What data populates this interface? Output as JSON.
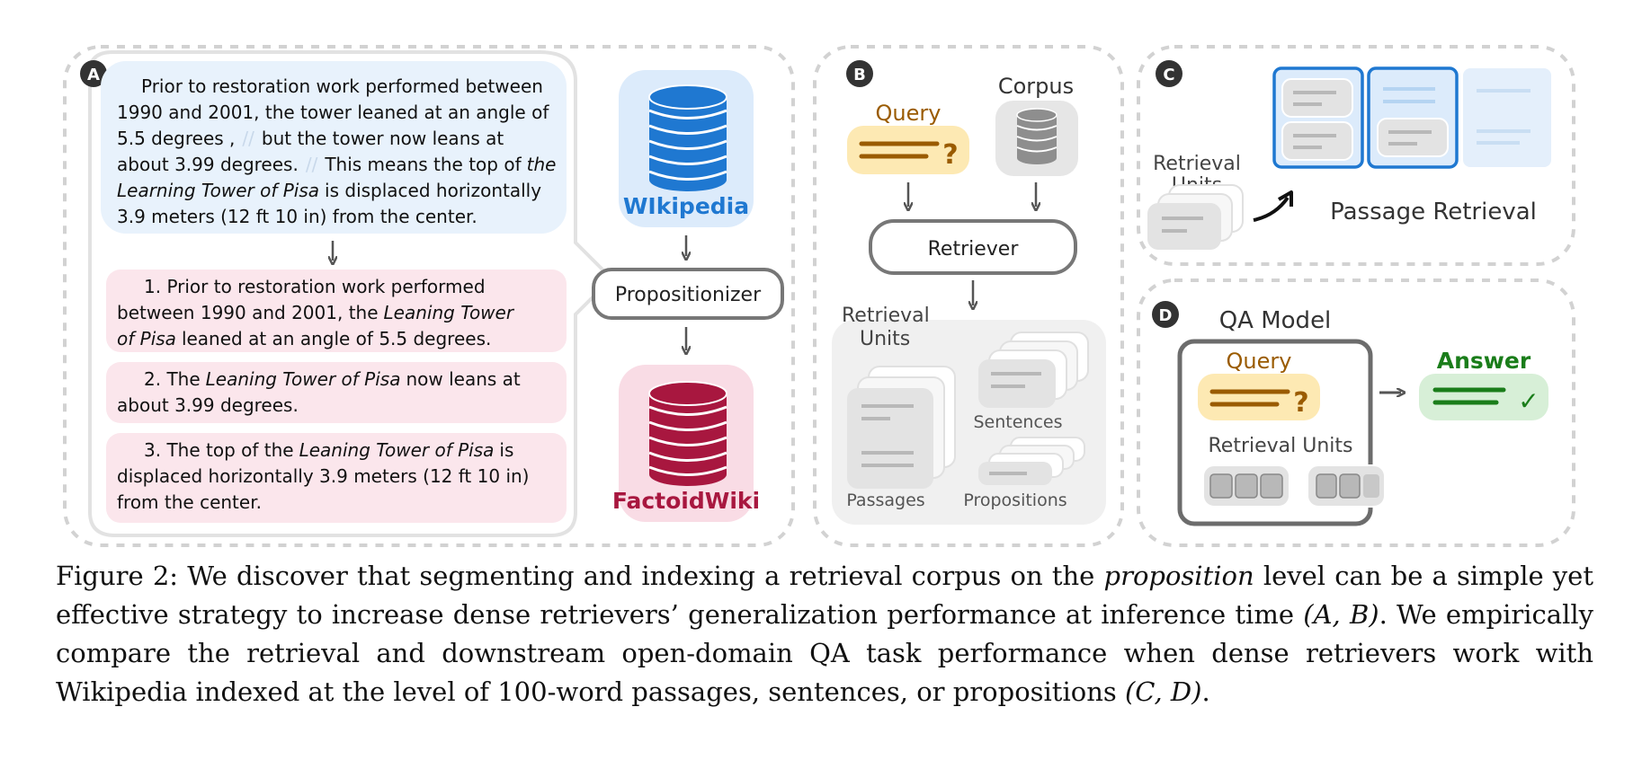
{
  "panel_a": {
    "badge": "A",
    "passage": {
      "line1": "Prior to restoration work performed between",
      "line2": "1990 and 2001, the tower leaned at an angle of",
      "line3_a": "5.5 degrees ,",
      "line3_sep": "//",
      "line3_b": "but the tower now leans at",
      "line4_a": "about 3.99 degrees.",
      "line4_sep": "//",
      "line4_b": "This means the top of",
      "line4_c": "the",
      "line5_a": "Learning Tower of Pisa",
      "line5_b": "is displaced horizontally",
      "line6": "3.9 meters (12 ft 10 in) from the center."
    },
    "prop1": {
      "line1": "1. Prior to restoration work performed",
      "line2_a": "between 1990 and 2001, the",
      "line2_b": "Leaning Tower",
      "line3_a": "of Pisa",
      "line3_b": "leaned at an angle of 5.5 degrees."
    },
    "prop2": {
      "line1_a": "2. The",
      "line1_b": "Leaning Tower of Pisa",
      "line1_c": "now leans at",
      "line2": "about 3.99 degrees."
    },
    "prop3": {
      "line1_a": "3. The top of the",
      "line1_b": "Leaning Tower of Pisa",
      "line1_c": "is",
      "line2": "displaced horizontally 3.9 meters (12 ft 10 in)",
      "line3": "from the center."
    },
    "wikipedia_label": "WIkipedia",
    "propositionizer_label": "Propositionizer",
    "factoidwiki_label": "FactoidWiki"
  },
  "panel_b": {
    "badge": "B",
    "query_label": "Query",
    "corpus_label": "Corpus",
    "retriever_label": "Retriever",
    "units_label_line1": "Retrieval",
    "units_label_line2": "Units",
    "passages_label": "Passages",
    "sentences_label": "Sentences",
    "propositions_label": "Propositions"
  },
  "panel_c": {
    "badge": "C",
    "units_label_line1": "Retrieval",
    "units_label_line2": "Units",
    "task_label": "Passage Retrieval"
  },
  "panel_d": {
    "badge": "D",
    "model_label": "QA Model",
    "query_label": "Query",
    "units_label": "Retrieval Units",
    "answer_label": "Answer",
    "check_mark": "✓"
  },
  "caption": {
    "prefix": "Figure 2: We discover that segmenting and indexing a retrieval corpus on the",
    "italic1": "proposition",
    "mid1": "level can be a simple yet effective strategy to increase dense retrievers’ generalization performance at inference time",
    "italic2": "(A, B)",
    "mid2": ". We empirically compare the retrieval and downstream open-domain QA task performance when dense retrievers work with Wikipedia indexed at the level of 100-word passages, sentences, or propositions",
    "italic3": "(C, D)",
    "suffix": "."
  },
  "colors": {
    "wiki_blue": "#1f78d1",
    "factoid_red": "#a8173f",
    "query_brown": "#9a5b00",
    "answer_green": "#1a7d1a",
    "passage_bg": "#e8f2fc",
    "prop_bg": "#fbe6ec"
  }
}
